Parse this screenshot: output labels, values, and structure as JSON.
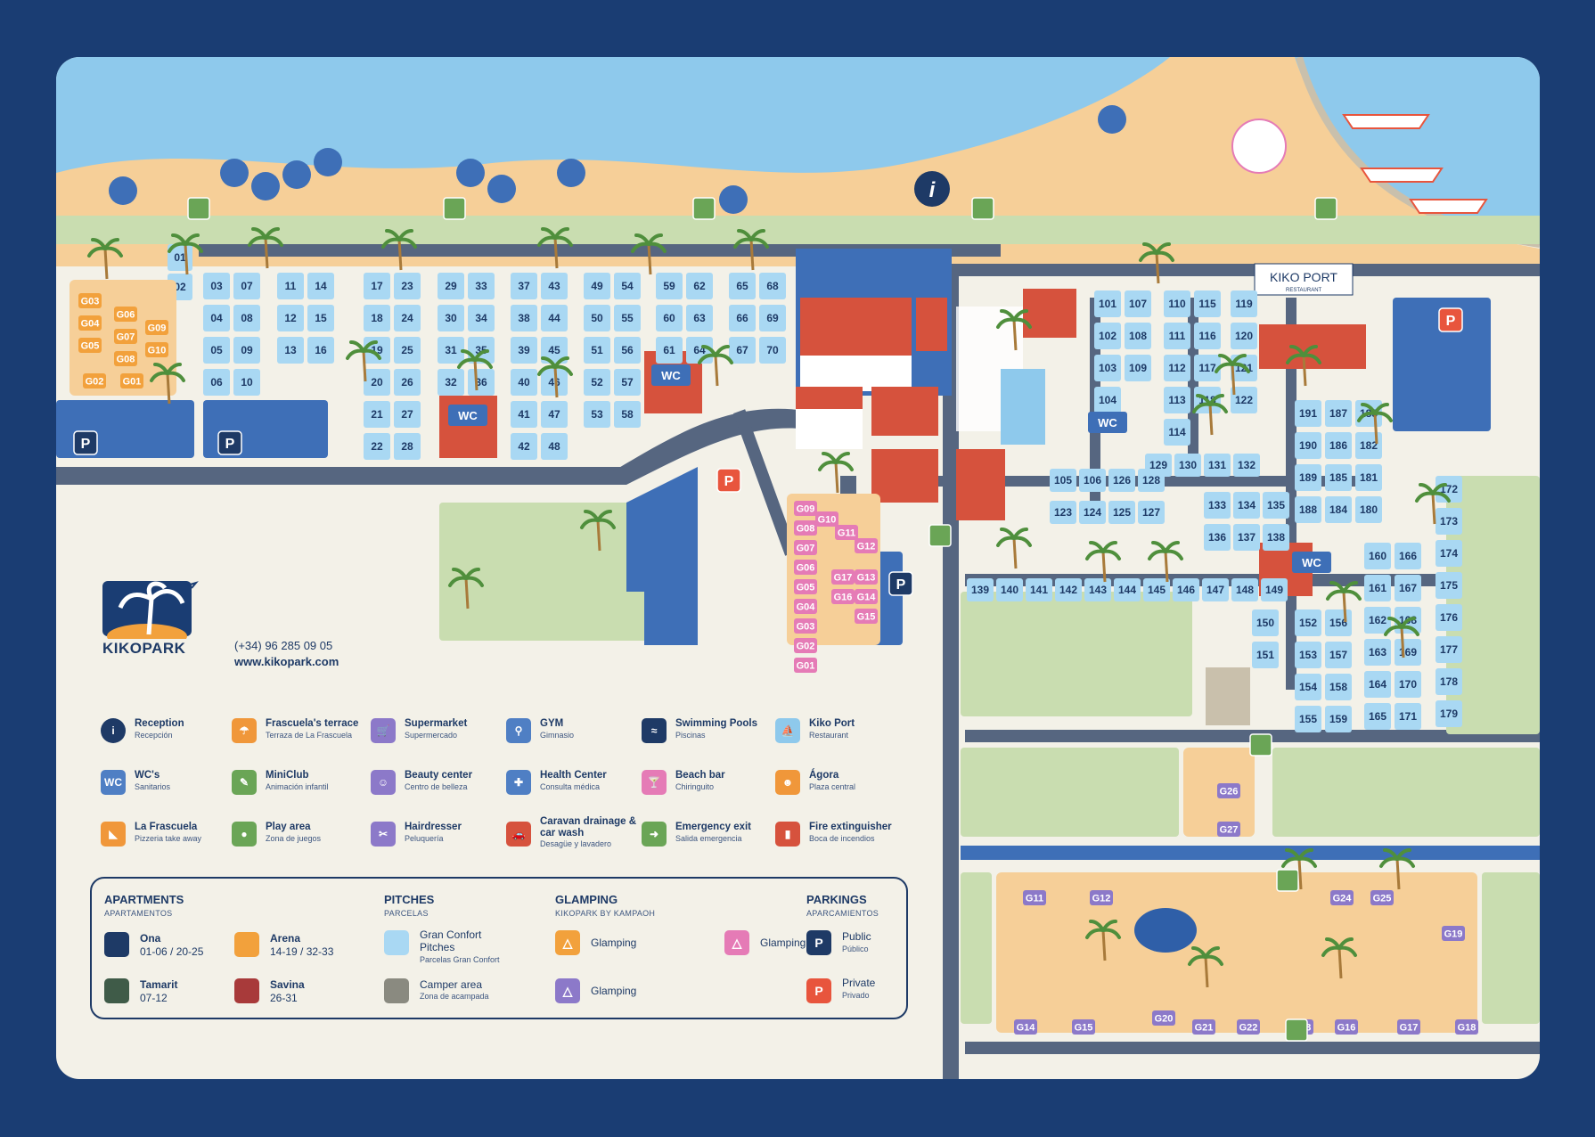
{
  "brand": {
    "name": "KIKOPARK",
    "phone": "(+34) 96 285 09 05",
    "website": "www.kikopark.com"
  },
  "port_sign": {
    "title": "KIKO PORT",
    "subtitle": "RESTAURANT"
  },
  "colors": {
    "frame": "#1a3d73",
    "sea": "#8ec9ec",
    "sand": "#f6cf98",
    "grass": "#c9ddb0",
    "road": "#566680",
    "pitch": "#a9d8f3",
    "pitch_text": "#1e3a66",
    "glamping_orange": "#f2a13c",
    "glamping_pink": "#e57bb6",
    "glamping_purple": "#8c79c9",
    "roof_red": "#d6523d",
    "parking_blue": "#3e6fb7"
  },
  "legend": [
    {
      "title": "Reception",
      "sub": "Recepción",
      "icon": "info-icon",
      "color": "#1e3a66",
      "glyph": "i"
    },
    {
      "title": "Frascuela's terrace",
      "sub": "Terraza de La Frascuela",
      "icon": "terrace-icon",
      "color": "#f0973a",
      "glyph": "☂"
    },
    {
      "title": "Supermarket",
      "sub": "Supermercado",
      "icon": "supermarket-icon",
      "color": "#8c79c9",
      "glyph": "🛒"
    },
    {
      "title": "GYM",
      "sub": "Gimnasio",
      "icon": "gym-icon",
      "color": "#4f7fc4",
      "glyph": "⚲"
    },
    {
      "title": "Swimming Pools",
      "sub": "Piscinas",
      "icon": "pool-icon",
      "color": "#1e3a66",
      "glyph": "≈"
    },
    {
      "title": "Kiko Port",
      "sub": "Restaurant",
      "icon": "port-icon",
      "color": "#8ec9ec",
      "glyph": "⛵"
    },
    {
      "title": "WC's",
      "sub": "Sanitarios",
      "icon": "wc-icon",
      "color": "#4f7fc4",
      "glyph": "WC"
    },
    {
      "title": "MiniClub",
      "sub": "Animación infantil",
      "icon": "miniclub-icon",
      "color": "#6aa556",
      "glyph": "✎"
    },
    {
      "title": "Beauty center",
      "sub": "Centro de belleza",
      "icon": "beauty-icon",
      "color": "#8c79c9",
      "glyph": "☺"
    },
    {
      "title": "Health Center",
      "sub": "Consulta médica",
      "icon": "health-icon",
      "color": "#4f7fc4",
      "glyph": "✚"
    },
    {
      "title": "Beach bar",
      "sub": "Chiringuito",
      "icon": "beachbar-icon",
      "color": "#e57bb6",
      "glyph": "🍸"
    },
    {
      "title": "Ágora",
      "sub": "Plaza central",
      "icon": "agora-icon",
      "color": "#f0973a",
      "glyph": "☻"
    },
    {
      "title": "La Frascuela",
      "sub": "Pizzeria take away",
      "icon": "pizza-icon",
      "color": "#f0973a",
      "glyph": "◣"
    },
    {
      "title": "Play area",
      "sub": "Zona de juegos",
      "icon": "play-icon",
      "color": "#6aa556",
      "glyph": "●"
    },
    {
      "title": "Hairdresser",
      "sub": "Peluquería",
      "icon": "hairdresser-icon",
      "color": "#8c79c9",
      "glyph": "✂"
    },
    {
      "title": "Caravan drainage & car wash",
      "sub": "Desagüe y lavadero",
      "icon": "carwash-icon",
      "color": "#d6523d",
      "glyph": "🚗"
    },
    {
      "title": "Emergency exit",
      "sub": "Salida emergencia",
      "icon": "exit-icon",
      "color": "#6aa556",
      "glyph": "➜"
    },
    {
      "title": "Fire extinguisher",
      "sub": "Boca de incendios",
      "icon": "fire-icon",
      "color": "#d6523d",
      "glyph": "▮"
    }
  ],
  "key": {
    "apartments": {
      "title": "APARTMENTS",
      "sub": "APARTAMENTOS",
      "items": [
        {
          "name": "Ona",
          "detail": "01-06 / 20-25",
          "color": "#1e3a66"
        },
        {
          "name": "Arena",
          "detail": "14-19 / 32-33",
          "color": "#f2a13c"
        },
        {
          "name": "Tamarit",
          "detail": "07-12",
          "color": "#3f5b48"
        },
        {
          "name": "Savina",
          "detail": "26-31",
          "color": "#a83a3a"
        }
      ]
    },
    "pitches": {
      "title": "PITCHES",
      "sub": "PARCELAS",
      "items": [
        {
          "name": "Gran Confort Pitches",
          "detail": "Parcelas Gran Confort",
          "color": "#a9d8f3"
        },
        {
          "name": "Camper area",
          "detail": "Zona de acampada",
          "color": "#8a8a80"
        }
      ]
    },
    "glamping": {
      "title": "GLAMPING",
      "sub": "KIKOPARK BY KAMPAOH",
      "items": [
        {
          "name": "Glamping",
          "color": "#f2a13c"
        },
        {
          "name": "Glamping",
          "color": "#e57bb6"
        },
        {
          "name": "Glamping",
          "color": "#8c79c9"
        }
      ]
    },
    "parkings": {
      "title": "PARKINGS",
      "sub": "APARCAMIENTOS",
      "items": [
        {
          "name": "Public",
          "detail": "Público",
          "color": "#1e3a66"
        },
        {
          "name": "Private",
          "detail": "Privado",
          "color": "#e8553d"
        }
      ]
    }
  },
  "pitch_groups": [
    {
      "labels": [
        "01",
        "02"
      ]
    },
    {
      "labels": [
        "03",
        "07",
        "04",
        "08",
        "05",
        "09",
        "06",
        "10"
      ]
    },
    {
      "labels": [
        "11",
        "14",
        "12",
        "15",
        "13",
        "16"
      ]
    },
    {
      "labels": [
        "17",
        "23",
        "18",
        "24",
        "19",
        "25",
        "20",
        "26",
        "21",
        "27",
        "22",
        "28"
      ]
    },
    {
      "labels": [
        "29",
        "33",
        "30",
        "34",
        "31",
        "35",
        "32",
        "36"
      ]
    },
    {
      "labels": [
        "37",
        "43",
        "38",
        "44",
        "39",
        "45",
        "40",
        "46",
        "41",
        "47",
        "42",
        "48"
      ]
    },
    {
      "labels": [
        "49",
        "54",
        "50",
        "55",
        "51",
        "56",
        "52",
        "57",
        "53",
        "58"
      ]
    },
    {
      "labels": [
        "59",
        "62",
        "60",
        "63",
        "61",
        "64"
      ]
    },
    {
      "labels": [
        "65",
        "68",
        "66",
        "69",
        "67",
        "70"
      ]
    },
    {
      "labels": [
        "101",
        "107",
        "102",
        "108",
        "103",
        "109",
        "104"
      ]
    },
    {
      "labels": [
        "110",
        "115",
        "111",
        "116",
        "112",
        "117",
        "113",
        "118",
        "114"
      ]
    },
    {
      "labels": [
        "119",
        "120",
        "121",
        "122"
      ]
    },
    {
      "labels": [
        "129",
        "130",
        "131",
        "132"
      ]
    },
    {
      "labels": [
        "105",
        "106",
        "126",
        "128",
        "123",
        "124",
        "125",
        "127"
      ]
    },
    {
      "labels": [
        "133",
        "134",
        "135",
        "136",
        "137",
        "138"
      ]
    },
    {
      "labels": [
        "139",
        "140",
        "141",
        "142",
        "143",
        "144",
        "145",
        "146",
        "147",
        "148",
        "149"
      ]
    },
    {
      "labels": [
        "150",
        "151"
      ]
    },
    {
      "labels": [
        "191",
        "187",
        "183",
        "190",
        "186",
        "182",
        "189",
        "185",
        "181",
        "188",
        "184",
        "180"
      ]
    },
    {
      "labels": [
        "152",
        "156",
        "153",
        "157",
        "154",
        "158",
        "155",
        "159"
      ]
    },
    {
      "labels": [
        "160",
        "166",
        "161",
        "167",
        "162",
        "168",
        "163",
        "169",
        "164",
        "170",
        "165",
        "171"
      ]
    },
    {
      "labels": [
        "172",
        "173",
        "174",
        "175",
        "176",
        "177",
        "178",
        "179"
      ]
    }
  ],
  "glamping_groups": [
    {
      "labels": [
        "G03",
        "G04",
        "G05",
        "G06",
        "G07",
        "G08",
        "G09",
        "G10",
        "G02",
        "G01"
      ]
    },
    {
      "labels": [
        "G09",
        "G08",
        "G07",
        "G06",
        "G05",
        "G04",
        "G03",
        "G02",
        "G01",
        "G10",
        "G11",
        "G12",
        "G17",
        "G16",
        "G14",
        "G13",
        "G15"
      ]
    },
    {
      "labels": [
        "G26",
        "G27"
      ]
    },
    {
      "labels": [
        "G11",
        "G12",
        "G24",
        "G25",
        "G19",
        "G14",
        "G15",
        "G20",
        "G21",
        "G22",
        "G23",
        "G16",
        "G17",
        "G18"
      ]
    }
  ],
  "signs": {
    "wc": "WC",
    "parking": "P"
  }
}
